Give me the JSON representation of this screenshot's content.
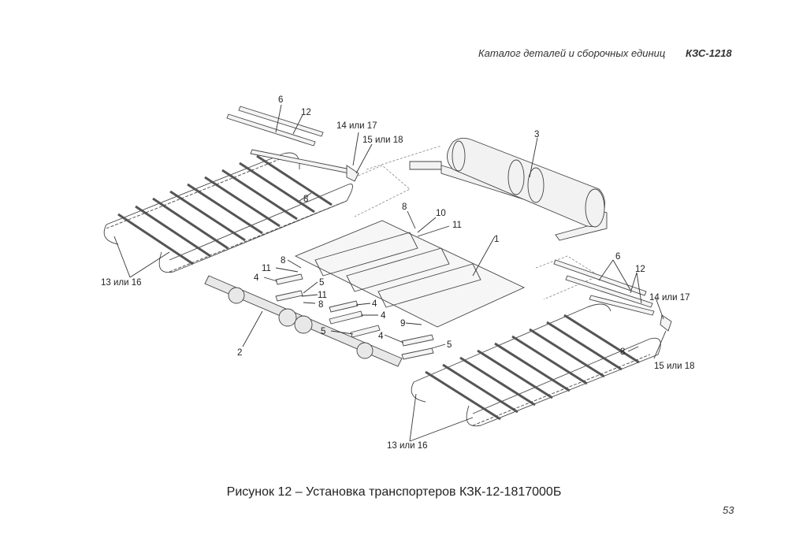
{
  "header": {
    "catalog_title": "Каталог деталей и сборочных единиц",
    "model": "КЗС-1218"
  },
  "figure": {
    "caption": "Рисунок 12 – Установка транспортеров КЗК-12-1817000Б",
    "callouts": {
      "c6a": "6",
      "c12a": "12",
      "c14a": "14 или 17",
      "c15a": "15 или 18",
      "c3": "3",
      "c8a": "8",
      "c8b": "8",
      "c10": "10",
      "c11a": "11",
      "c1": "1",
      "c13a": "13 или 16",
      "c8c": "8",
      "c11b": "11",
      "c4a": "4",
      "c5a": "5",
      "c11c": "11",
      "c8d": "8",
      "c4b": "4",
      "c4c": "4",
      "c9": "9",
      "c5b": "5",
      "c4d": "4",
      "c5c": "5",
      "c2": "2",
      "c6b": "6",
      "c12b": "12",
      "c14b": "14 или 17",
      "c8e": "8",
      "c15b": "15 или 18",
      "c13b": "13 или 16"
    }
  },
  "page_number": "53"
}
